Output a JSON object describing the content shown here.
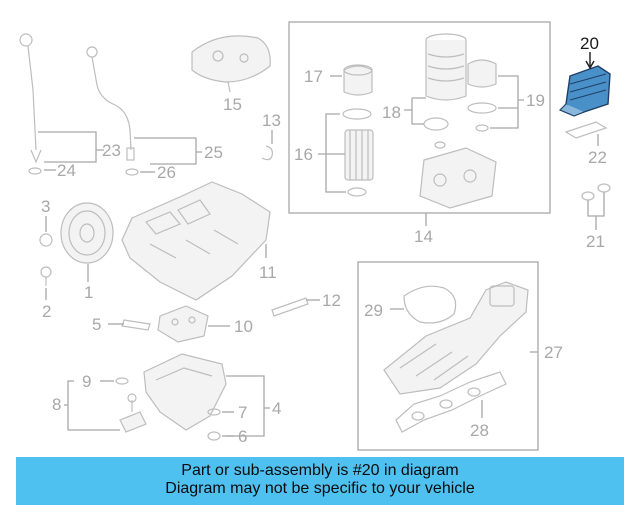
{
  "diagram": {
    "highlighted_part": "20",
    "highlight_color": "#4a90c8",
    "callouts": {
      "c1": "1",
      "c2": "2",
      "c3": "3",
      "c4": "4",
      "c5": "5",
      "c6": "6",
      "c7": "7",
      "c8": "8",
      "c9": "9",
      "c10": "10",
      "c11": "11",
      "c12": "12",
      "c13": "13",
      "c14": "14",
      "c15": "15",
      "c16": "16",
      "c17": "17",
      "c18": "18",
      "c19": "19",
      "c20": "20",
      "c21": "21",
      "c22": "22",
      "c23": "23",
      "c24": "24",
      "c25": "25",
      "c26": "26",
      "c27": "27",
      "c28": "28",
      "c29": "29"
    }
  },
  "banner": {
    "line1": "Part or sub-assembly is #20 in diagram",
    "line2": "Diagram may not be specific to your vehicle",
    "background": "#4fc1f0"
  }
}
